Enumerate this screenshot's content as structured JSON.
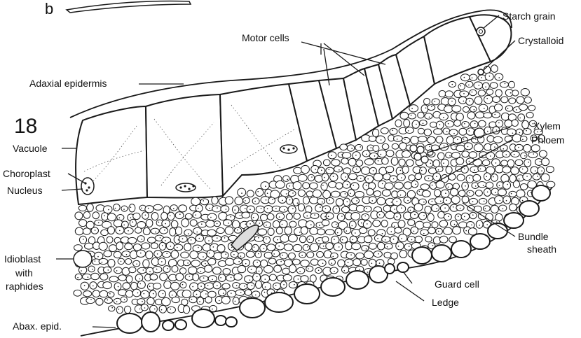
{
  "figure": {
    "panel_letter": "b",
    "figure_number": "18",
    "stroke_color": "#1a1a1a",
    "paper_color": "#ffffff"
  },
  "labels": {
    "starch_grain": "Starch grain",
    "crystalloid": "Crystalloid",
    "motor_cells": "Motor cells",
    "adaxial_epidermis": "Adaxial epidermis",
    "xylem": "Xylem",
    "phloem": "Phloem",
    "vacuole": "Vacuole",
    "choroplast": "Choroplast",
    "nucleus": "Nucleus",
    "bundle_sheath_1": "Bundle",
    "bundle_sheath_2": "sheath",
    "idioblast_1": "Idioblast",
    "idioblast_2": "with",
    "idioblast_3": "raphides",
    "guard_cell": "Guard cell",
    "ledge": "Ledge",
    "abax_epid": "Abax. epid."
  }
}
